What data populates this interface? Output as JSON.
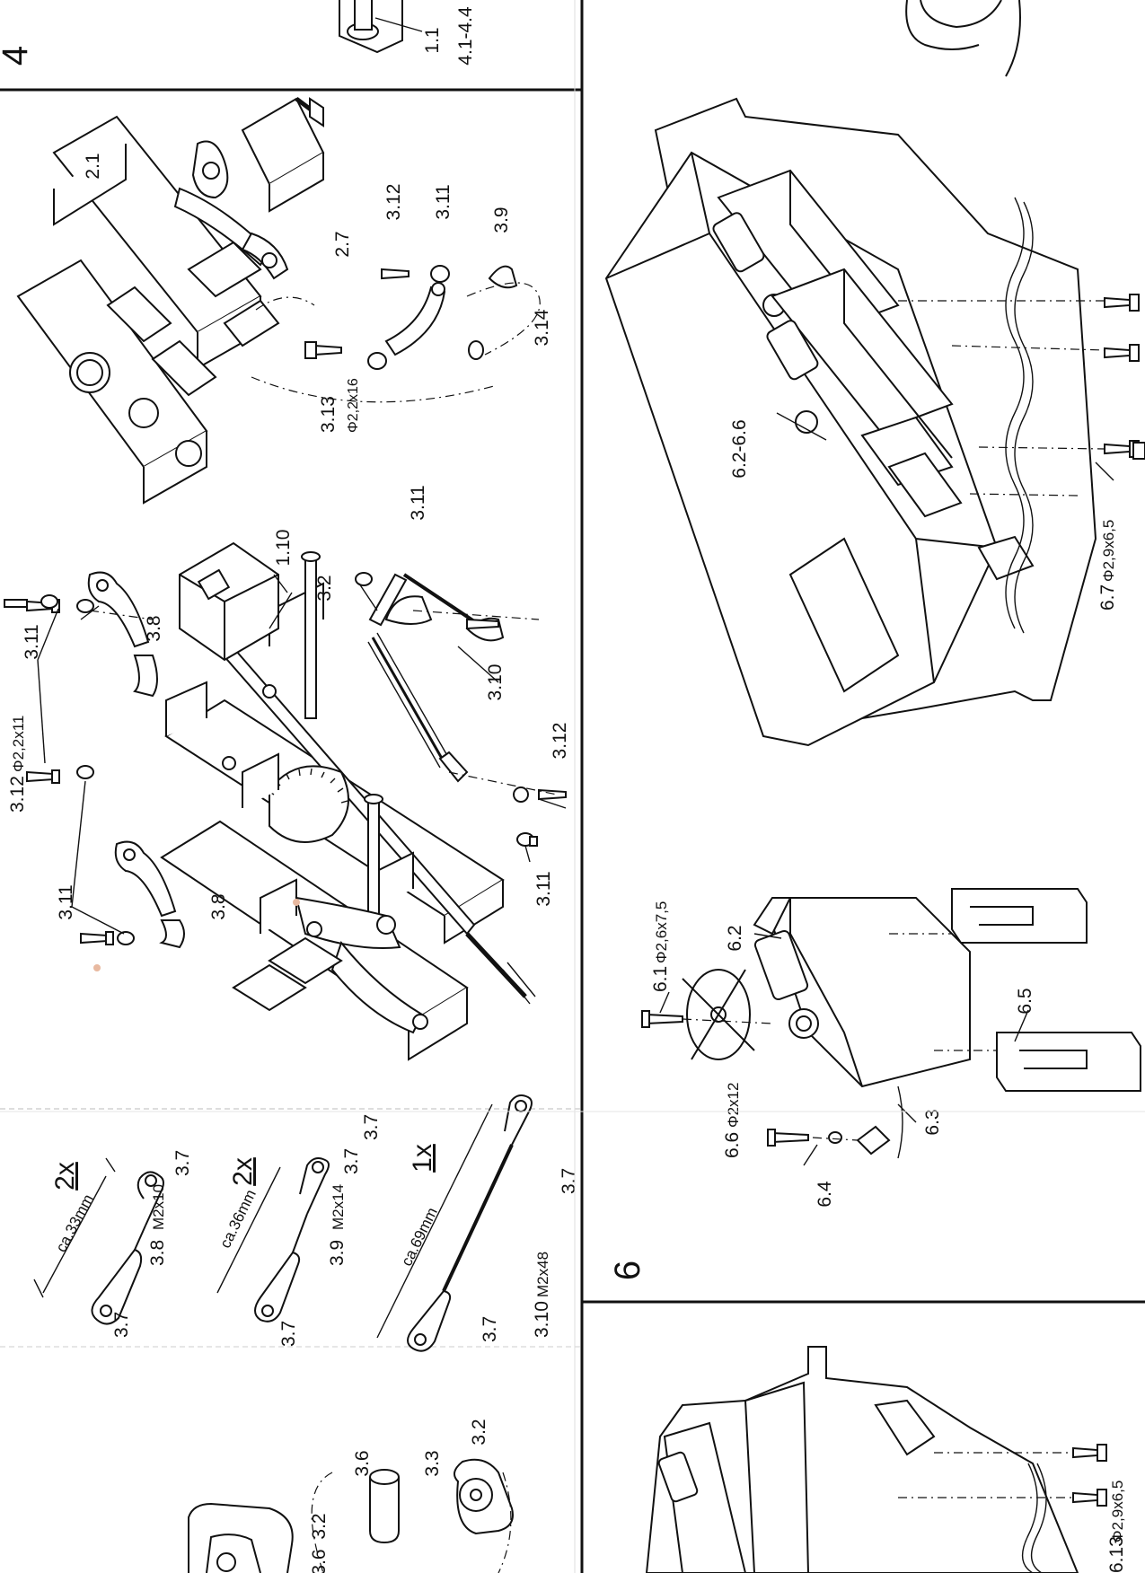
{
  "sections": {
    "s4": "4",
    "s6": "6"
  },
  "top_strip": {
    "l1": "1.1",
    "l2": "4.1-4.4"
  },
  "linkages": {
    "qty_a": "2x",
    "dim_a": "ca.33mm",
    "part_a": "3.8",
    "thread_a": "M2x10",
    "end_a1": "3.7",
    "end_a2": "3.7",
    "qty_b": "2x",
    "dim_b": "ca.36mm",
    "part_b": "3.9",
    "thread_b": "M2x14",
    "end_b1": "3.7",
    "end_b2": "3.7",
    "end_b3": "3.7",
    "qty_c": "1x",
    "dim_c": "ca.69mm",
    "part_c": "3.10",
    "thread_c": "M2x48",
    "end_c1": "3.7",
    "end_c2": "3.7"
  },
  "bottom_parts": {
    "p36": "3.6",
    "p33": "3.3",
    "p32": "3.2",
    "p32b": "3.2",
    "p36b": "3.6"
  },
  "center": {
    "c312a": "3.12",
    "c312a_dim": "Φ2,2x11",
    "c311a": "3.11",
    "c38a": "3.8",
    "c311b": "3.11",
    "c38b": "3.8",
    "c110": "1.10",
    "c32": "3.2",
    "c311c": "3.11",
    "c310": "3.10",
    "c312b": "3.12",
    "c311d": "3.11"
  },
  "top_right": {
    "t21": "2.1",
    "t27": "2.7",
    "t312": "3.12",
    "t311": "3.11",
    "t39": "3.9",
    "t313": "3.13",
    "t313_dim": "Φ2,2x16",
    "t314": "3.14"
  },
  "servo": {
    "s61": "6.1",
    "s61_dim": "Φ2,6x7,5",
    "s62": "6.2",
    "s65": "6.5",
    "s63": "6.3",
    "s66": "6.6",
    "s66_dim": "Φ2x12",
    "s64": "6.4"
  },
  "box": {
    "b626": "6.2-6.6",
    "b67": "6.7",
    "b67_dim": "Φ2,9x6,5"
  },
  "bottom_right": {
    "br": "6.13",
    "br_dim": "Φ2,9x6,5"
  }
}
